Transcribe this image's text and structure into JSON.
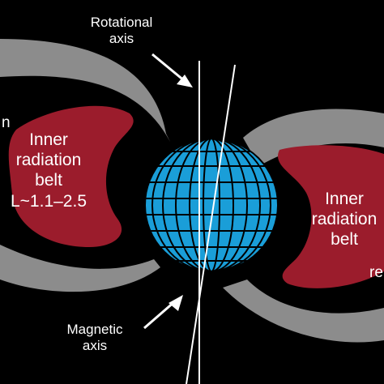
{
  "colors": {
    "background": "#000000",
    "earth": "#1a9ed8",
    "grid": "#000000",
    "inner_belt": "#9b1c2c",
    "outer_belt": "#8c8c8c",
    "text": "#ffffff"
  },
  "labels": {
    "rotational_axis_line1": "Rotational",
    "rotational_axis_line2": "axis",
    "magnetic_axis_line1": "Magnetic",
    "magnetic_axis_line2": "axis",
    "left_belt_line1": "Inner",
    "left_belt_line2": "radiation",
    "left_belt_line3": "belt",
    "left_belt_range": "L~1.1–2.5",
    "right_belt_line1": "Inner",
    "right_belt_line2": "radiation",
    "right_belt_line3": "belt",
    "left_edge_partial_n": "n",
    "right_edge_partial_re": "re"
  }
}
